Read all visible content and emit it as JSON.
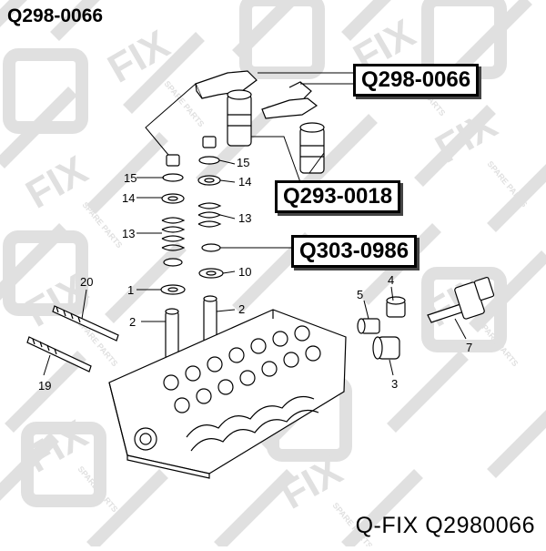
{
  "header": {
    "title": "Q298-0066"
  },
  "footer": {
    "brand_line": "Q-FIX Q2980066"
  },
  "part_numbers": [
    "Q298-0066",
    "Q293-0018",
    "Q303-0986"
  ],
  "callouts": [
    "15",
    "14",
    "13",
    "1",
    "2",
    "15",
    "14",
    "13",
    "10",
    "2",
    "20",
    "19",
    "5",
    "4",
    "7",
    "3"
  ],
  "watermark": {
    "logo": "FIX",
    "tagline": "SPARE PARTS"
  },
  "colors": {
    "line": "#000000",
    "watermark": "#c7c7c7",
    "background": "#ffffff"
  }
}
